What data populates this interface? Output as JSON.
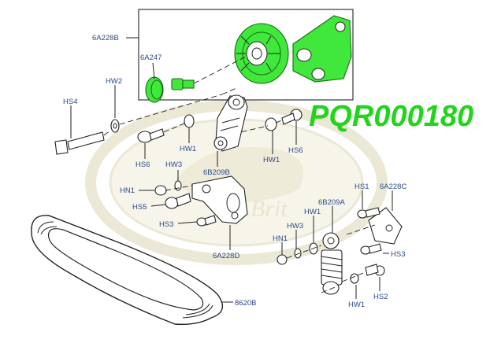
{
  "diagram": {
    "part_number": "PQR000180",
    "watermark_text": "Brit",
    "labels": {
      "6A228B": "6A228B",
      "6A247": "6A247",
      "HW2": "HW2",
      "HS4": "HS4",
      "HW1_a": "HW1",
      "HW1_b": "HW1",
      "HS6_a": "HS6",
      "HS6_b": "HS6",
      "HW3_a": "HW3",
      "6B209B": "6B209B",
      "HN1_a": "HN1",
      "HS5": "HS5",
      "HS3_a": "HS3",
      "6A228D": "6A228D",
      "HS1": "HS1",
      "6A228C": "6A228C",
      "6B209A": "6B209A",
      "HW1_c": "HW1",
      "HW3_b": "HW3",
      "HN1_b": "HN1",
      "HS3_b": "HS3",
      "HW1_d": "HW1",
      "HS2": "HS2",
      "8620B": "8620B"
    },
    "colors": {
      "highlight": "#3fe83a",
      "part_number": "#22d41c",
      "label": "#2a4a8c",
      "line": "#222222",
      "watermark": "#e9e4cf"
    }
  }
}
